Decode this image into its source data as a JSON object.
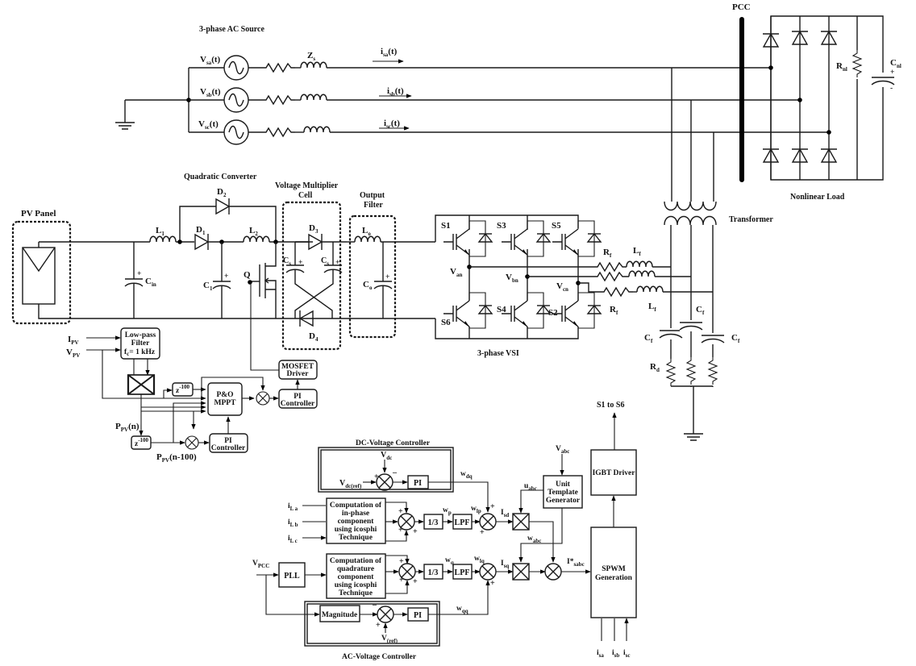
{
  "ac_source": {
    "title": "3-phase AC Source",
    "vsa": "V",
    "vsa_sub": "sa",
    "vsa_t": "(t)",
    "vsb": "V",
    "vsb_sub": "sb",
    "vsb_t": "(t)",
    "vsc": "V",
    "vsc_sub": "sc",
    "vsc_t": "(t)",
    "zs": "Z",
    "zs_sub": "s",
    "isa": "i",
    "isa_sub": "sa",
    "isa_t": "(t)",
    "isb": "i",
    "isb_sub": "sb",
    "isb_t": "(t)",
    "isc": "i",
    "isc_sub": "sc",
    "isc_t": "(t)"
  },
  "pcc": {
    "label": "PCC"
  },
  "nonlinear_load": {
    "title": "Nonlinear Load",
    "rnl": "R",
    "rnl_sub": "nl",
    "cnl": "C",
    "cnl_sub": "nl",
    "plus": "+",
    "minus": "-"
  },
  "pv": {
    "title": "PV Panel"
  },
  "quadratic": {
    "title": "Quadratic Converter",
    "l1": "L",
    "l1_sub": "1",
    "l2": "L",
    "l2_sub": "2",
    "d1": "D",
    "d1_sub": "1",
    "d2": "D",
    "d2_sub": "2",
    "cin": "C",
    "cin_sub": "in",
    "c1": "C",
    "c1_sub": "1",
    "q": "Q"
  },
  "vmc": {
    "title_line1": "Voltage Multiplier",
    "title_line2": "Cell",
    "d3": "D",
    "d3_sub": "3",
    "d4": "D",
    "d4_sub": "4",
    "cs": "C",
    "cs_sub": "s"
  },
  "output_filter": {
    "title_line1": "Output",
    "title_line2": "Filter",
    "lo": "L",
    "lo_sub": "o",
    "co": "C",
    "co_sub": "o"
  },
  "vsi": {
    "title": "3-phase VSI",
    "switches": [
      "S1",
      "S3",
      "S5",
      "S6",
      "S4",
      "S2"
    ],
    "van": "V",
    "van_sub": "an",
    "vbn": "V",
    "vbn_sub": "bn",
    "vcn": "V",
    "vcn_sub": "cn"
  },
  "filter": {
    "rf": "R",
    "rf_sub": "f",
    "lf": "L",
    "lf_sub": "f",
    "cf": "C",
    "cf_sub": "f",
    "rd": "R",
    "rd_sub": "d"
  },
  "transformer": {
    "label": "Transformer"
  },
  "mppt": {
    "ipv": "I",
    "ipv_sub": "PV",
    "vpv": "V",
    "vpv_sub": "PV",
    "lpf_line1": "Low-pass",
    "lpf_line2": "Filter",
    "lpf_line3": "f",
    "lpf_line3_sub": "c",
    "lpf_line3_val": "= 1 kHz",
    "delay": "z",
    "delay_exp": "-100",
    "po_line1": "P&O",
    "po_line2": "MPPT",
    "pi_line1": "PI",
    "pi_line2": "Controller",
    "mosfet_line1": "MOSFET",
    "mosfet_line2": "Driver",
    "ppv_n": "P",
    "ppv_n_sub": "PV",
    "ppv_n_t": "(n)",
    "ppv_n100": "P",
    "ppv_n100_sub": "PV",
    "ppv_n100_t": "(n-100)"
  },
  "control": {
    "dc_title": "DC-Voltage Controller",
    "ac_title": "AC-Voltage Controller",
    "vdc": "V",
    "vdc_sub": "dc",
    "vdcref": "V",
    "vdcref_sub": "dc(ref)",
    "pi": "PI",
    "wdq": "w",
    "wdq_sub": "dq",
    "wqq": "w",
    "wqq_sub": "qq",
    "ila": "i",
    "ila_sub": "L a",
    "ilb": "i",
    "ilb_sub": "L b",
    "ilc": "i",
    "ilc_sub": "L c",
    "inphase": [
      "Computation of",
      "in-phase",
      "component",
      "using icosphi",
      "Technique"
    ],
    "quad": [
      "Computation of",
      "quadrature",
      "component",
      "using icosphi",
      "Technique"
    ],
    "third": "1/3",
    "lpf": "LPF",
    "wp": "w",
    "wp_sub": "p",
    "wlp": "w",
    "wlp_sub": "lp",
    "wq": "w",
    "wq_sub": "q",
    "wlq": "w",
    "wlq_sub": "lq",
    "isd": "I",
    "isd_sub": "sd",
    "isq": "I",
    "isq_sub": "sq",
    "uabc": "u",
    "uabc_sub": "abc",
    "wabc": "w",
    "wabc_sub": "abc",
    "vabc": "V",
    "vabc_sub": "abc",
    "utg": [
      "Unit",
      "Template",
      "Generator"
    ],
    "isabc": "I*",
    "isabc_sub": "sabc",
    "vpcc": "V",
    "vpcc_sub": "PCC",
    "pll": "PLL",
    "magnitude": "Magnitude",
    "vref": "V",
    "vref_sub": "(ref)",
    "spwm": [
      "SPWM",
      "Generation"
    ],
    "igbt": "IGBT Driver",
    "s1s6": "S1 to S6",
    "isa": "i",
    "isa_sub": "sa",
    "isb": "i",
    "isb_sub": "sb",
    "isc": "i",
    "isc_sub": "sc",
    "plus": "+",
    "minus": "–"
  }
}
